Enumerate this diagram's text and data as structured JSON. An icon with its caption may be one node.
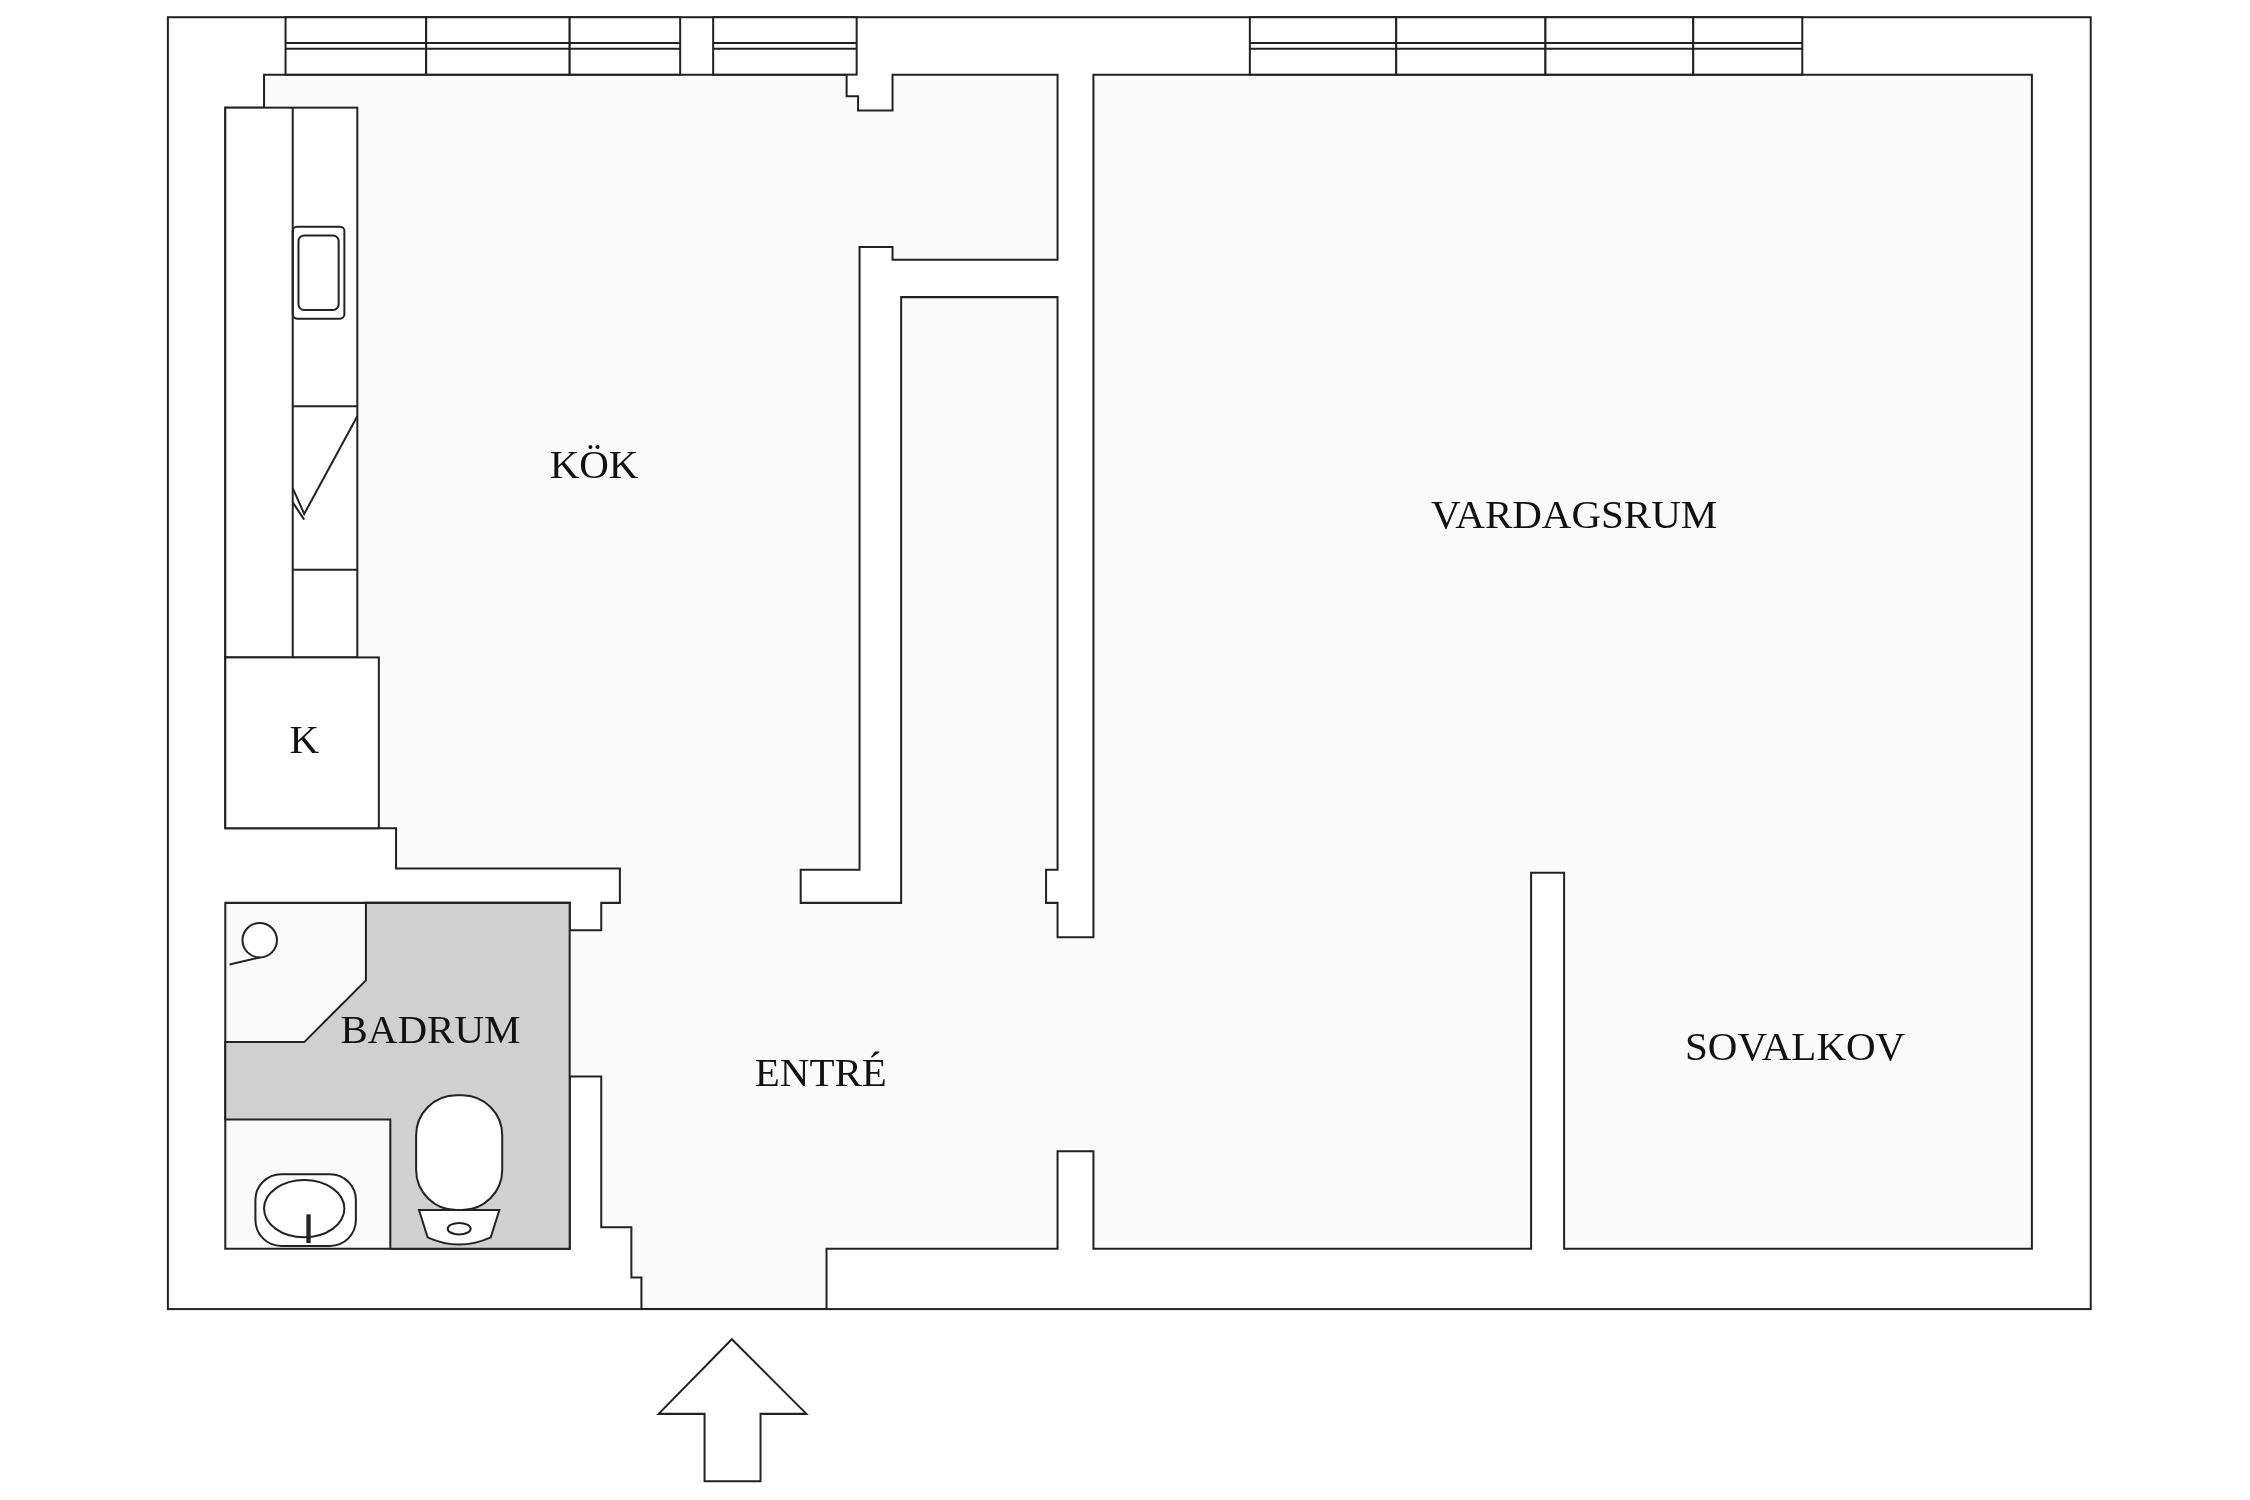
{
  "diagram": {
    "labels": [
      "KÖK",
      "VARDAGSRUM",
      "K",
      "BADRUM",
      "ENTRÉ",
      "SOVALKOV"
    ]
  }
}
